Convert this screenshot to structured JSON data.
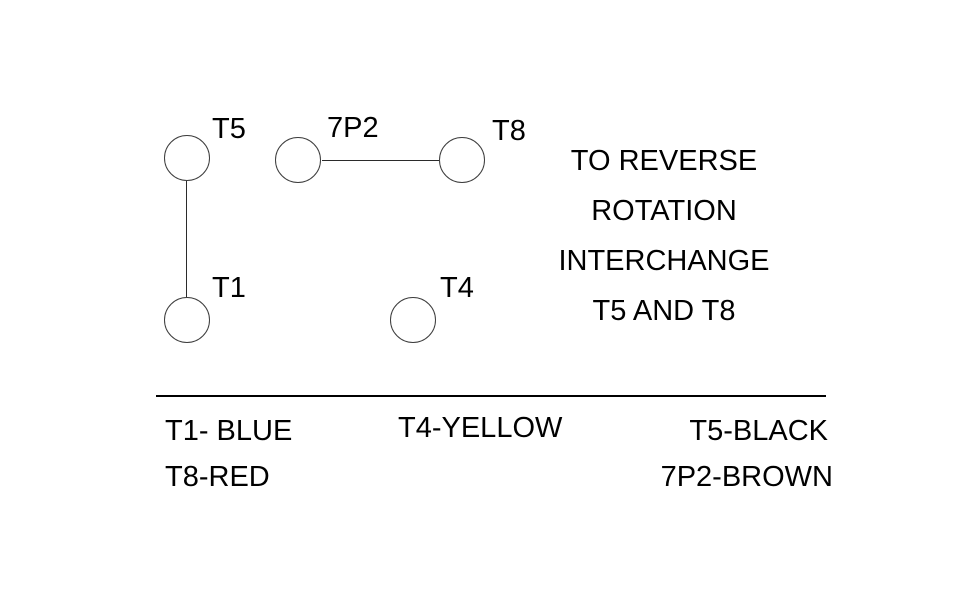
{
  "diagram": {
    "title_hint": "motor terminal wiring diagram",
    "terminals": [
      {
        "id": "T5",
        "label": "T5"
      },
      {
        "id": "7P2",
        "label": "7P2"
      },
      {
        "id": "T8",
        "label": "T8"
      },
      {
        "id": "T1",
        "label": "T1"
      },
      {
        "id": "T4",
        "label": "T4"
      }
    ],
    "connections": [
      {
        "from": "T5",
        "to": "T1"
      },
      {
        "from": "7P2",
        "to": "T8"
      }
    ],
    "note_lines": [
      "TO REVERSE",
      "ROTATION",
      "INTERCHANGE",
      "T5 AND T8"
    ]
  },
  "legend": {
    "items": [
      {
        "terminal": "T1",
        "wire_color": "BLUE",
        "text": "T1- BLUE"
      },
      {
        "terminal": "T4",
        "wire_color": "YELLOW",
        "text": "T4-YELLOW"
      },
      {
        "terminal": "T5",
        "wire_color": "BLACK",
        "text": "T5-BLACK"
      },
      {
        "terminal": "T8",
        "wire_color": "RED",
        "text": "T8-RED"
      },
      {
        "terminal": "7P2",
        "wire_color": "BROWN",
        "text": "7P2-BROWN"
      }
    ]
  },
  "colors": {
    "background": "#ffffff",
    "text": "#000000",
    "stroke": "#3d3d3d"
  }
}
